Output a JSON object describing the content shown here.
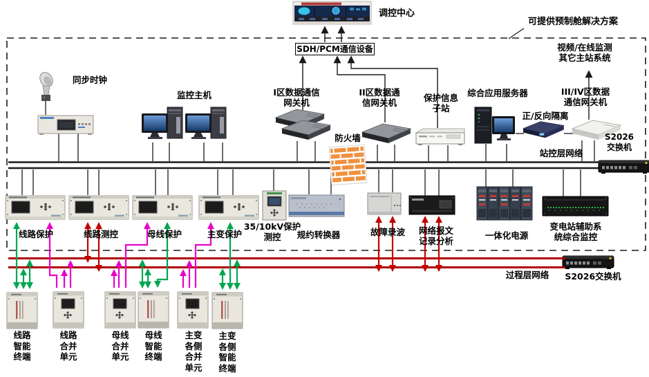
{
  "annotation": {
    "text": "可提供预制舱解决方案"
  },
  "nodes": {
    "control_center": {
      "label": "调控中心"
    },
    "sdh_pcm": {
      "label": "SDH/PCM通信设备"
    },
    "sync_clock": {
      "label": "同步时钟"
    },
    "monitor_host": {
      "label": "监控主机"
    },
    "gw_zone1": {
      "lines": [
        "I区数据通信",
        "网关机"
      ]
    },
    "firewall": {
      "label": "防火墙"
    },
    "gw_zone2": {
      "lines": [
        "II区数据通",
        "信网关机"
      ]
    },
    "protection_info_substation": {
      "lines": [
        "保护信息",
        "子站"
      ]
    },
    "app_server": {
      "label": "综合应用服务器"
    },
    "isolation": {
      "label": "正/反向隔离"
    },
    "gw_zone34": {
      "lines": [
        "III/IV区数据",
        "通信网关机"
      ]
    },
    "video_master": {
      "lines": [
        "视频/在线监测",
        "其它主站系统"
      ]
    },
    "switch_top": {
      "lines": [
        "S2026",
        "交换机"
      ]
    },
    "station_network": {
      "label": "站控层网络"
    },
    "line_protection": {
      "label": "线路保护"
    },
    "line_measure": {
      "label": "线路测控"
    },
    "busbar_protection": {
      "label": "母线保护"
    },
    "transformer_protection": {
      "label": "主变保护"
    },
    "kv_protection": {
      "lines": [
        "35/10kV保护",
        "测控"
      ]
    },
    "protocol_converter": {
      "label": "规约转换器"
    },
    "fault_recorder": {
      "label": "故障录波"
    },
    "network_message": {
      "lines": [
        "网络报文",
        "记录分析"
      ]
    },
    "integrated_power": {
      "label": "一体化电源"
    },
    "aux_monitor": {
      "lines": [
        "变电站辅助系",
        "统综合监控"
      ]
    },
    "process_network": {
      "label": "过程层网络"
    },
    "switch_bottom": {
      "label": "S2026交换机"
    },
    "terminal_line_smart": {
      "lines": [
        "线路",
        "智能",
        "终端"
      ]
    },
    "terminal_line_merge": {
      "lines": [
        "线路",
        "合并",
        "单元"
      ]
    },
    "terminal_bus_merge": {
      "lines": [
        "母线",
        "合并",
        "单元"
      ]
    },
    "terminal_bus_smart": {
      "lines": [
        "母线",
        "智能",
        "终端"
      ]
    },
    "terminal_tx_merge": {
      "lines": [
        "主变",
        "各侧",
        "合并",
        "单元"
      ]
    },
    "terminal_tx_smart": {
      "lines": [
        "主变",
        "各侧",
        "智能",
        "终端"
      ]
    }
  },
  "colors": {
    "green": "#00a651",
    "magenta": "#e800c8",
    "red": "#c00000",
    "process_bus": "#b00000",
    "station_bus": "#1a1a1a",
    "firewall_brick": "#ef9140"
  }
}
